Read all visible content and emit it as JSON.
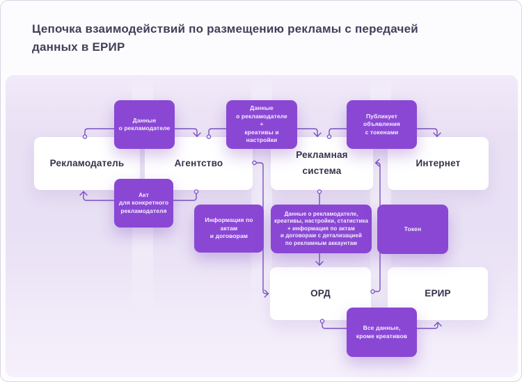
{
  "header": {
    "title": "Цепочка взаимодействий по размещению рекламы с передачей данных в ЕРИР"
  },
  "colors": {
    "accent": "#8a47d4",
    "connector": "#7a4fc4",
    "title_text": "#40405a",
    "node_text": "#33334a",
    "canvas_background_top": "#f1eaf9",
    "canvas_background_bottom": "#f5f0fb"
  },
  "nodes": {
    "advertiser": "Рекламодатель",
    "agency": "Агентство",
    "ad_system": "Рекламная\nсистема",
    "internet": "Интернет",
    "ord": "ОРД",
    "erir": "ЕРИР"
  },
  "edge_labels": {
    "advertiser_data": "Данные\nо рекламодателе",
    "data_creatives_settings": "Данные\nо рекламодателе\n+\nкреативы и настройки",
    "publishes_ads": "Публикует\nобъявления\nс токенами",
    "act_for_advertiser": "Акт\nдля конкретного\nрекламодателя",
    "acts_contracts_info": "Информация по актам\nи договорам",
    "full_data_detail": "Данные о рекламодателе,\nкреативы, настройки, статистика\n+ информация по актам\nи договорам с детализацией\nпо рекламным аккаунтам",
    "token": "Токен",
    "all_data_except_creatives": "Все данные,\nкроме креативов"
  }
}
